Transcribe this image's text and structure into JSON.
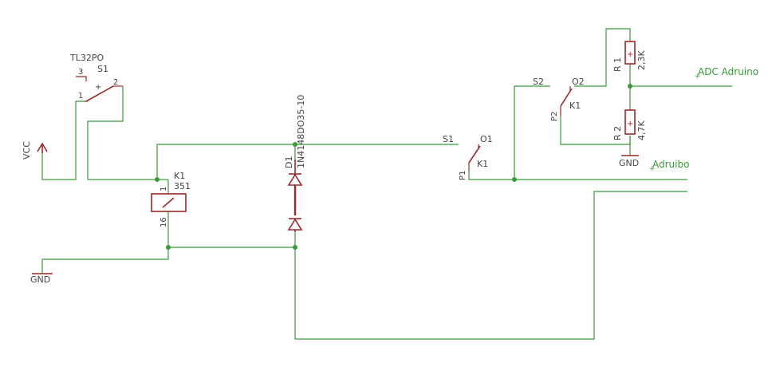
{
  "colors": {
    "wire": "#3a9a3a",
    "symbol": "#9b2a2a",
    "text": "#444444"
  },
  "labels": {
    "vcc": "VCC",
    "gnd_left": "GND",
    "gnd_right": "GND",
    "switch_part": "TL32PO",
    "switch_ref": "S1",
    "switch_pin3": "3",
    "switch_pin2": "2",
    "switch_pin1": "1",
    "relay_ref": "K1",
    "relay_value": "351",
    "relay_pin1": "1",
    "relay_pin16": "16",
    "diode_ref": "D1",
    "diode_value": "1N4148DO35-10",
    "contact1_s": "S1",
    "contact1_o": "O1",
    "contact1_p": "P1",
    "contact1_k": "K1",
    "contact2_s": "S2",
    "contact2_o": "O2",
    "contact2_p": "P2",
    "contact2_k": "K1",
    "r1_ref": "R 1",
    "r1_value": "2,3K",
    "r2_ref": "R 2",
    "r2_value": "4,7K",
    "net_adc": "ADC Adruino",
    "net_adruibo": "Adruibo"
  }
}
